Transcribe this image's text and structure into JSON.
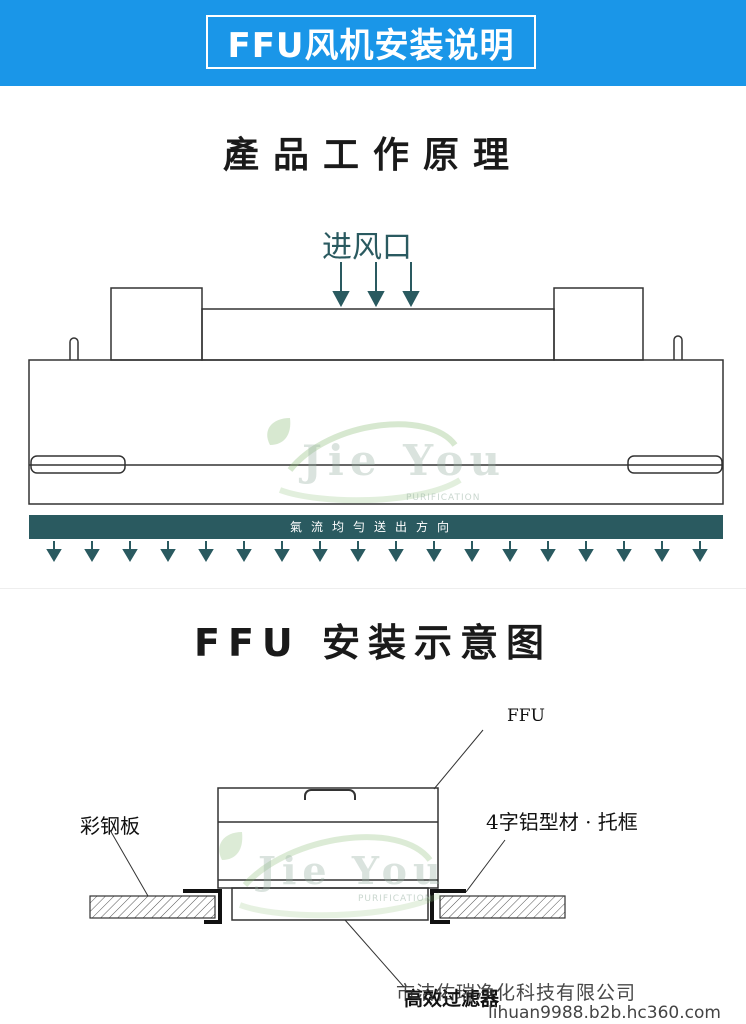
{
  "header": {
    "title": "FFU风机安装说明"
  },
  "principle": {
    "title": "產品工作原理",
    "inlet_label": "进风口",
    "airflow_label": "氣流均勻送出方向"
  },
  "install": {
    "title": "FFU 安装示意图",
    "ffu_label": "FFU",
    "panel_label": "彩钢板",
    "frame_label": "4字铝型材 · 托框",
    "filter_label": "高效过滤器"
  },
  "watermark": {
    "brand": "Jie You",
    "sub": "PURIFICATION"
  },
  "footer": {
    "company": "市洁佑瑞净化科技有限公司",
    "url": "lihuan9988.b2b.hc360.com"
  }
}
